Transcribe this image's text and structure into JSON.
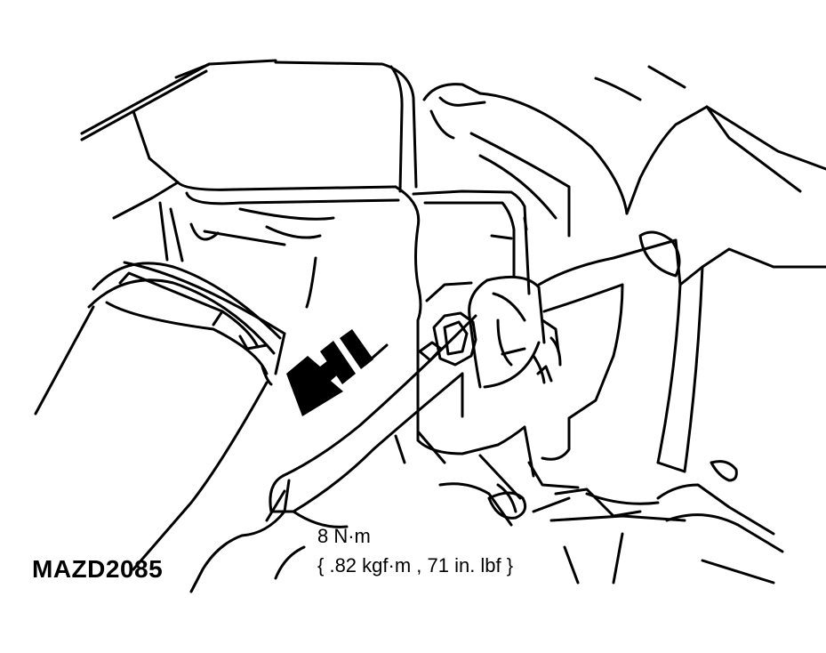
{
  "diagram": {
    "figure_id": "MAZD2085",
    "torque_main": "8 N·m",
    "torque_alt": "{ .82 kgf·m , 71 in. lbf }"
  },
  "colors": {
    "line": "#000000",
    "background": "#ffffff"
  },
  "icons": [
    "direction-arrow-icon",
    "nut-icon",
    "hose-clamp-icon"
  ]
}
